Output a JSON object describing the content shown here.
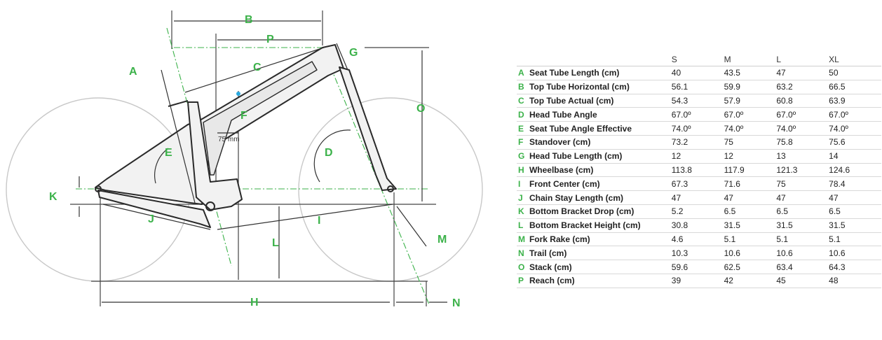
{
  "diagram": {
    "dimension_letters": [
      "A",
      "B",
      "C",
      "D",
      "E",
      "F",
      "G",
      "H",
      "I",
      "J",
      "K",
      "L",
      "M",
      "N",
      "O",
      "P"
    ],
    "offset_note": "75 mm"
  },
  "table": {
    "sizes": [
      "S",
      "M",
      "L",
      "XL"
    ],
    "rows": [
      {
        "letter": "A",
        "name": "Seat Tube Length (cm)",
        "values": [
          "40",
          "43.5",
          "47",
          "50"
        ]
      },
      {
        "letter": "B",
        "name": "Top Tube Horizontal (cm)",
        "values": [
          "56.1",
          "59.9",
          "63.2",
          "66.5"
        ]
      },
      {
        "letter": "C",
        "name": "Top Tube Actual (cm)",
        "values": [
          "54.3",
          "57.9",
          "60.8",
          "63.9"
        ]
      },
      {
        "letter": "D",
        "name": "Head Tube Angle",
        "values": [
          "67.0º",
          "67.0º",
          "67.0º",
          "67.0º"
        ]
      },
      {
        "letter": "E",
        "name": "Seat Tube Angle Effective",
        "values": [
          "74.0º",
          "74.0º",
          "74.0º",
          "74.0º"
        ]
      },
      {
        "letter": "F",
        "name": "Standover (cm)",
        "values": [
          "73.2",
          "75",
          "75.8",
          "75.6"
        ]
      },
      {
        "letter": "G",
        "name": "Head Tube Length (cm)",
        "values": [
          "12",
          "12",
          "13",
          "14"
        ]
      },
      {
        "letter": "H",
        "name": "Wheelbase (cm)",
        "values": [
          "113.8",
          "117.9",
          "121.3",
          "124.6"
        ]
      },
      {
        "letter": "I",
        "name": "Front Center (cm)",
        "values": [
          "67.3",
          "71.6",
          "75",
          "78.4"
        ]
      },
      {
        "letter": "J",
        "name": "Chain Stay Length (cm)",
        "values": [
          "47",
          "47",
          "47",
          "47"
        ]
      },
      {
        "letter": "K",
        "name": "Bottom Bracket Drop (cm)",
        "values": [
          "5.2",
          "6.5",
          "6.5",
          "6.5"
        ]
      },
      {
        "letter": "L",
        "name": "Bottom Bracket Height (cm)",
        "values": [
          "30.8",
          "31.5",
          "31.5",
          "31.5"
        ]
      },
      {
        "letter": "M",
        "name": "Fork Rake (cm)",
        "values": [
          "4.6",
          "5.1",
          "5.1",
          "5.1"
        ]
      },
      {
        "letter": "N",
        "name": "Trail (cm)",
        "values": [
          "10.3",
          "10.6",
          "10.6",
          "10.6"
        ]
      },
      {
        "letter": "O",
        "name": "Stack (cm)",
        "values": [
          "59.6",
          "62.5",
          "63.4",
          "64.3"
        ]
      },
      {
        "letter": "P",
        "name": "Reach (cm)",
        "values": [
          "39",
          "42",
          "45",
          "48"
        ]
      }
    ]
  },
  "colors": {
    "accent": "#3cb24a",
    "frame": "#2a2a2a",
    "guide": "#444444",
    "wheel": "#c8c8c8"
  }
}
